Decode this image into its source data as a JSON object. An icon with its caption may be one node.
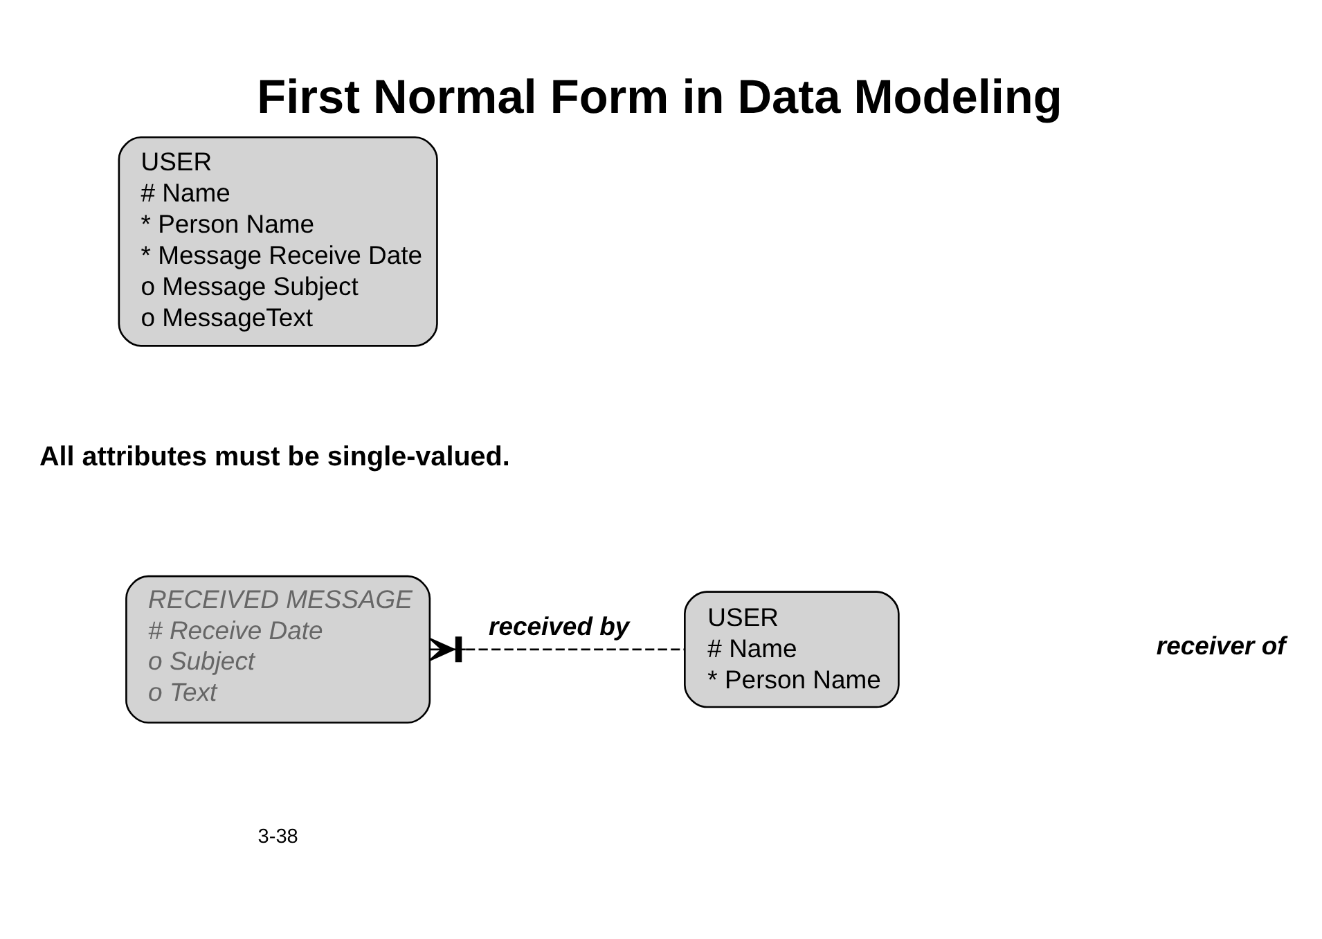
{
  "diagram": {
    "title": "First Normal Form in Data Modeling",
    "nodes": [
      {
        "text": [
          "USER",
          "# Name",
          "* Person Name",
          "* Message Receive Date",
          "o Message Subject",
          "o MessageText"
        ]
      },
      {
        "text": [
          "RECEIVED MESSAGE",
          "# Receive Date",
          "o Subject",
          "o Text"
        ]
      },
      {
        "text": [
          "USER",
          "# Name",
          "* Person Name"
        ]
      }
    ],
    "edges": [
      {
        "from": 1,
        "to": 2,
        "arrow": "other",
        "label": "received by",
        "style": "dashed"
      }
    ],
    "labels": [
      "All attributes must be single-valued.",
      "receiver of",
      "3-38"
    ]
  }
}
